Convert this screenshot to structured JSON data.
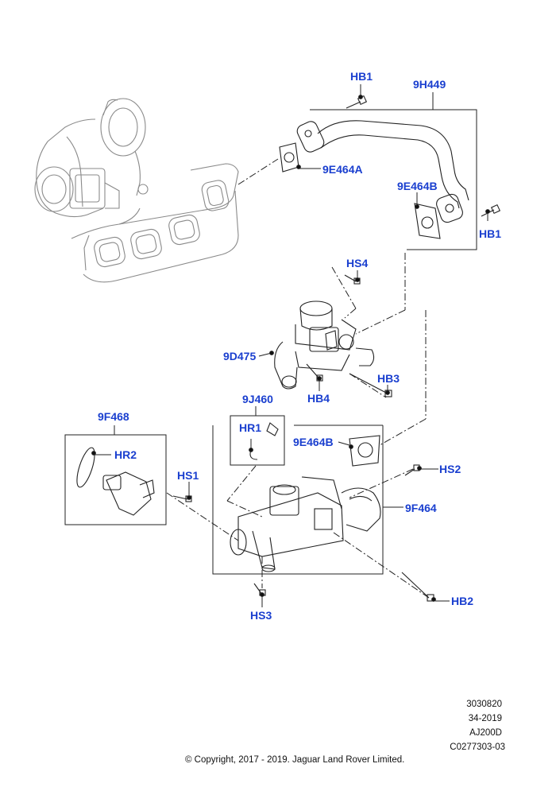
{
  "callouts": {
    "HB1_top": "HB1",
    "9H449": "9H449",
    "9E464A": "9E464A",
    "9E464B_top": "9E464B",
    "HB1_right": "HB1",
    "HS4": "HS4",
    "9D475": "9D475",
    "HB4": "HB4",
    "HB3": "HB3",
    "9J460": "9J460",
    "HR1": "HR1",
    "9F468": "9F468",
    "HR2": "HR2",
    "HS1": "HS1",
    "9E464B_mid": "9E464B",
    "HS2": "HS2",
    "9F464": "9F464",
    "HS3": "HS3",
    "HB2": "HB2"
  },
  "footer": {
    "line1": "3030820",
    "line2": "34-2019",
    "line3": "AJ200D",
    "line4": "C0277303-03",
    "copyright": "© Copyright, 2017 - 2019. Jaguar Land Rover Limited."
  },
  "colors": {
    "callout": "#1a3fcf",
    "line": "#222222",
    "ghost": "#8a8a8a"
  }
}
